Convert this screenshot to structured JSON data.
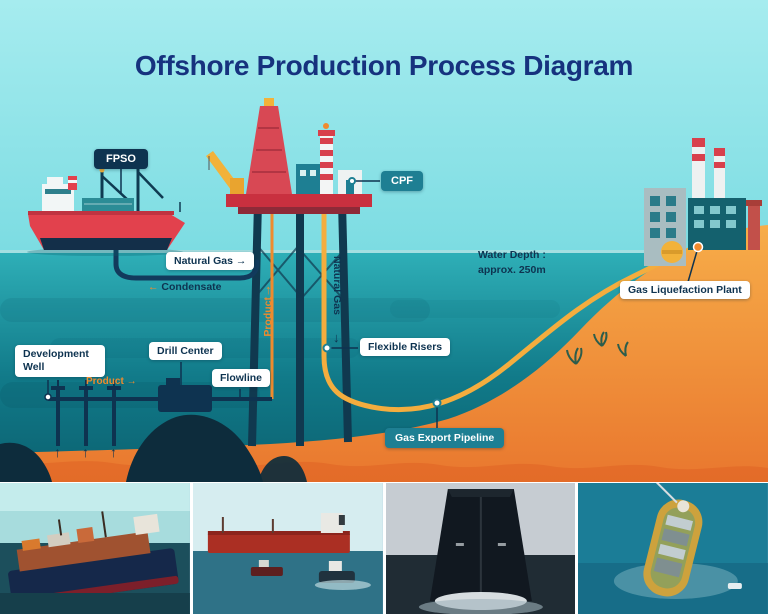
{
  "title": "Offshore Production Process Diagram",
  "diagram": {
    "fpso_label": "FPSO",
    "cpf_label": "CPF",
    "natural_gas_flow": "Natural Gas",
    "condensate_label": "Condensate",
    "product_riser_label": "Product",
    "natural_gas_riser_label": "Natural Gas",
    "flexible_risers_label": "Flexible Risers",
    "development_well_label": "Development Well",
    "drill_center_label": "Drill Center",
    "flowline_label": "Flowline",
    "product_flow_label": "Product",
    "gas_export_pipeline_label": "Gas Export Pipeline",
    "water_depth_line1": "Water Depth :",
    "water_depth_line2": "approx. 250m",
    "gas_liquefaction_plant_label": "Gas Liquefaction Plant"
  },
  "icons": {
    "arrow_right": "→",
    "arrow_left": "←",
    "arrow_up": "↑",
    "arrow_down": "↓"
  },
  "colors": {
    "title_blue": "#16327e",
    "sky": "#84dfe4",
    "sea_top": "#2fb0b8",
    "sea_deep": "#0b6170",
    "seabed_orange": "#f3a140",
    "seabed_shadow": "#de6325",
    "pipeline_yellow": "#f4ad3e",
    "accent_orange": "#ef8b2d",
    "navy": "#0e3350",
    "badge_teal": "#1e7f93"
  },
  "photos": [
    {
      "name": "fpso-moored"
    },
    {
      "name": "tanker-with-tug"
    },
    {
      "name": "tanker-bow"
    },
    {
      "name": "fpso-aerial"
    }
  ]
}
